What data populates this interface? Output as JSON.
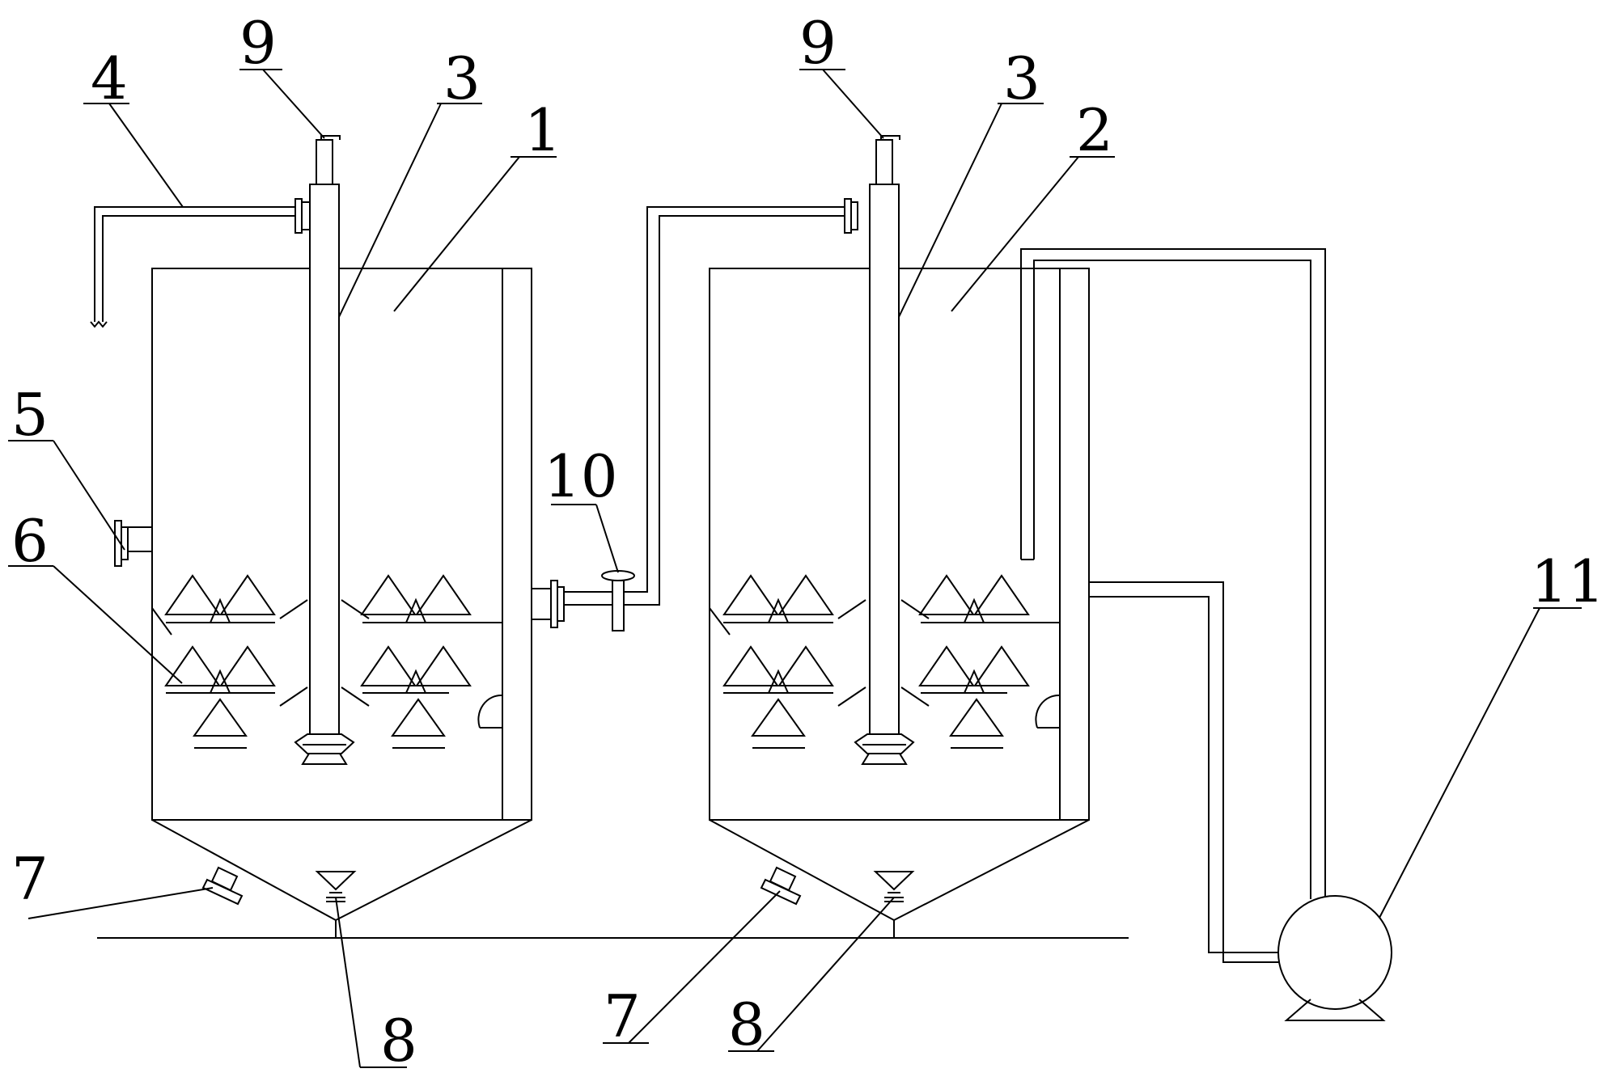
{
  "labels": {
    "tank1": "1",
    "tank2": "2",
    "shaft": "3",
    "inlet_pipe": "4",
    "side_port": "5",
    "packing": "6",
    "drain_flange": "7",
    "bottom_valve": "8",
    "motor": "9",
    "connecting_valve": "10",
    "pump": "11"
  }
}
